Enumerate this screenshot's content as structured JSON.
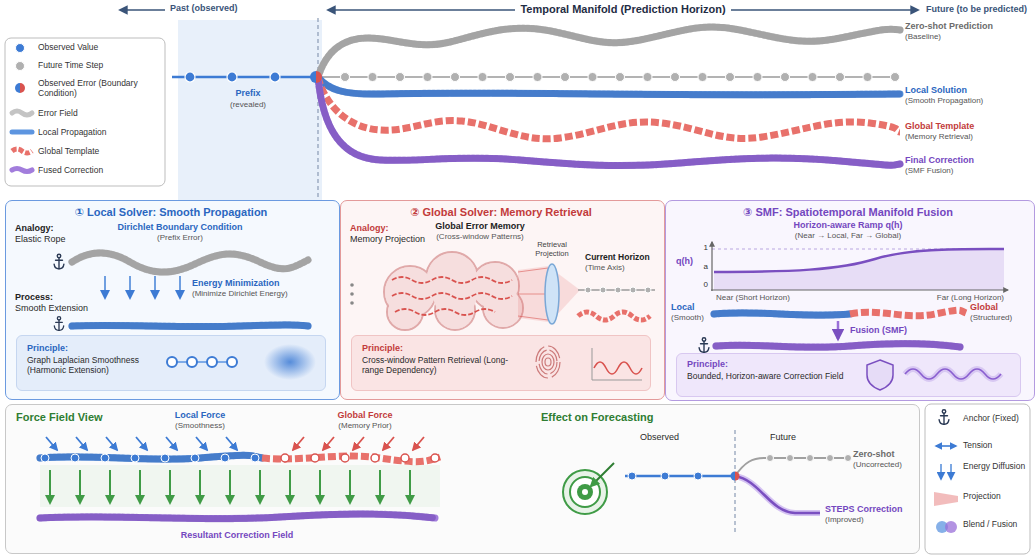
{
  "diagram": {
    "nodes": [
      {
        "text": [
          "Prefix",
          "(revealed)"
        ]
      },
      {
        "text": [
          "① Local Solver: Smooth Propagation"
        ]
      },
      {
        "text": [
          "Principle:",
          "Graph Laplacian Smoothness (Harmonic Extension)"
        ],
        "in": 1
      },
      {
        "text": [
          "② Global Solver: Memory Retrieval"
        ]
      },
      {
        "text": [
          "Principle:",
          "Cross-window Pattern Retrieval (Long-range Dependency)"
        ],
        "in": 3
      },
      {
        "text": [
          "③ SMF: Spatiotemporal Manifold Fusion"
        ]
      },
      {
        "text": [
          "Principle:",
          "Bounded, Horizon-aware Correction Field"
        ],
        "in": 5
      },
      {
        "text": [
          "Force Field View",
          "Effect on Forecasting"
        ]
      }
    ],
    "labels": [
      "Past (observed)",
      "Temporal Manifold (Prediction Horizon)",
      "Future (to be predicted)",
      "Zero-shot Prediction",
      "(Baseline)",
      "Local Solution",
      "(Smooth Propagation)",
      "Global Template",
      "(Memory Retrieval)",
      "Final Correction",
      "(SMF Fusion)",
      "Analogy:",
      "Elastic Rope",
      "Dirichlet Boundary Condition",
      "(Prefix Error)",
      "Energy Minimization",
      "(Minimize Dirichlet Energy)",
      "Process:",
      "Smooth Extension",
      "Analogy:",
      "Memory Projection",
      "Global Error Memory",
      "(Cross-window Patterns)",
      "Retrieval Projection",
      "Current Horizon",
      "(Time Axis)",
      "Horizon-aware Ramp q(h)",
      "(Near → Local, Far → Global)",
      "q(h)",
      "1",
      "a",
      "0",
      "Near (Short Horizon)",
      "Far (Long Horizon)",
      "Local",
      "(Smooth)",
      "Global",
      "(Structured)",
      "Fusion (SMF)",
      "Local Force",
      "(Smoothness)",
      "Global Force",
      "(Memory Prior)",
      "Resultant Correction Field",
      "Observed",
      "Future",
      "Zero-shot",
      "(Uncorrected)",
      "STEPS Correction",
      "(Improved)"
    ],
    "legend": [
      {
        "text": "Observed Value",
        "color": "#3d7bd4"
      },
      {
        "text": "Future Time Step",
        "color": "#b0b0b0"
      },
      {
        "text": "Observed Error (Boundary Condition)"
      },
      {
        "text": "Error Field"
      },
      {
        "text": "Local Propagation"
      },
      {
        "text": "Global Template"
      },
      {
        "text": "Fused Correction"
      },
      {
        "text": "Anchor (Fixed)"
      },
      {
        "text": "Tension"
      },
      {
        "text": "Energy Diffusion"
      },
      {
        "text": "Projection"
      },
      {
        "text": "Blend / Fusion"
      }
    ]
  }
}
